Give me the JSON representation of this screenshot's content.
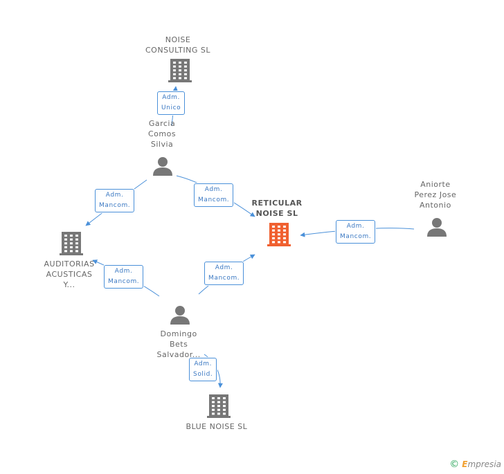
{
  "colors": {
    "edge": "#4a90d9",
    "company": "#777777",
    "focus": "#f06030",
    "person": "#777777"
  },
  "nodes": [
    {
      "id": "noise_consulting",
      "type": "company",
      "lines": [
        "NOISE",
        "CONSULTING SL"
      ]
    },
    {
      "id": "garcia",
      "type": "person",
      "lines": [
        "Garcia",
        "Comos",
        "Silvia"
      ]
    },
    {
      "id": "reticular",
      "type": "company",
      "focus": true,
      "lines": [
        "RETICULAR",
        "NOISE SL"
      ]
    },
    {
      "id": "aniorte",
      "type": "person",
      "lines": [
        "Aniorte",
        "Perez Jose",
        "Antonio"
      ]
    },
    {
      "id": "auditorias",
      "type": "company",
      "lines": [
        "AUDITORIAS",
        "ACUSTICAS",
        "Y..."
      ]
    },
    {
      "id": "domingo",
      "type": "person",
      "lines": [
        "Domingo",
        "Bets",
        "Salvador..."
      ]
    },
    {
      "id": "blue_noise",
      "type": "company",
      "lines": [
        "BLUE NOISE  SL"
      ]
    }
  ],
  "edges": [
    {
      "from": "garcia",
      "to": "noise_consulting",
      "lines": [
        "Adm.",
        "Unico"
      ]
    },
    {
      "from": "garcia",
      "to": "reticular",
      "lines": [
        "Adm.",
        "Mancom."
      ]
    },
    {
      "from": "garcia",
      "to": "auditorias",
      "lines": [
        "Adm.",
        "Mancom."
      ]
    },
    {
      "from": "aniorte",
      "to": "reticular",
      "lines": [
        "Adm.",
        "Mancom."
      ]
    },
    {
      "from": "domingo",
      "to": "auditorias",
      "lines": [
        "Adm.",
        "Mancom."
      ]
    },
    {
      "from": "domingo",
      "to": "reticular",
      "lines": [
        "Adm.",
        "Mancom."
      ]
    },
    {
      "from": "domingo",
      "to": "blue_noise",
      "lines": [
        "Adm.",
        "Solid."
      ]
    }
  ],
  "footer": {
    "copyright": "©",
    "brand_initial": "E",
    "brand_rest": "mpresia"
  }
}
